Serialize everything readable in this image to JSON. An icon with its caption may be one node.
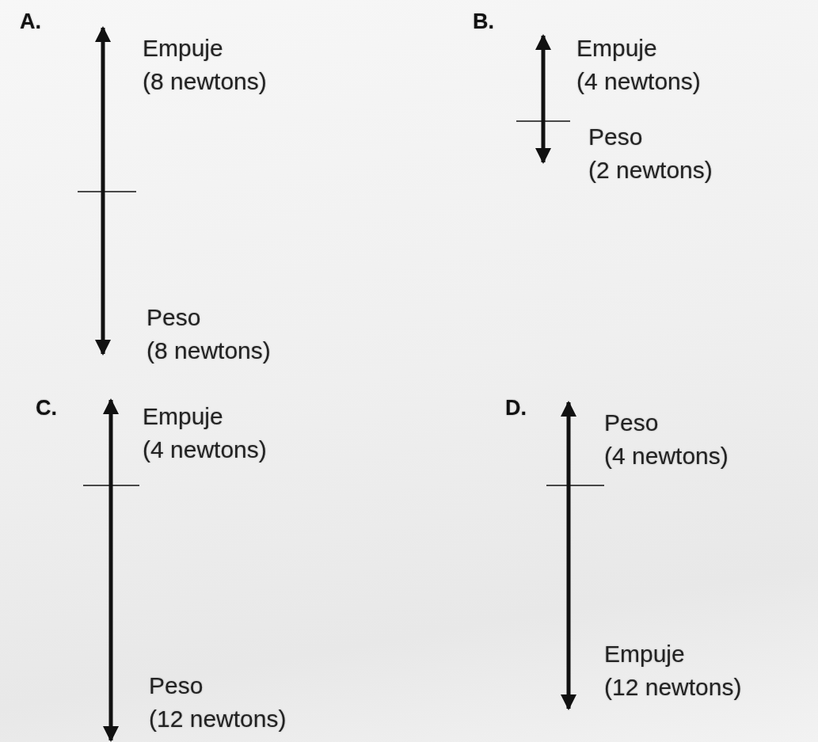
{
  "diagram": {
    "labels": [
      "A.",
      "Empuje (8 newtons)",
      "B.",
      "Empuje (4 newtons)",
      "Peso (2 newtons)",
      "Peso (8 newtons)",
      "C.",
      "Empuje (4 newtons)",
      "D.",
      "Peso (4 newtons)",
      "Peso (12 newtons)",
      "Empuje (12 newtons)"
    ]
  }
}
